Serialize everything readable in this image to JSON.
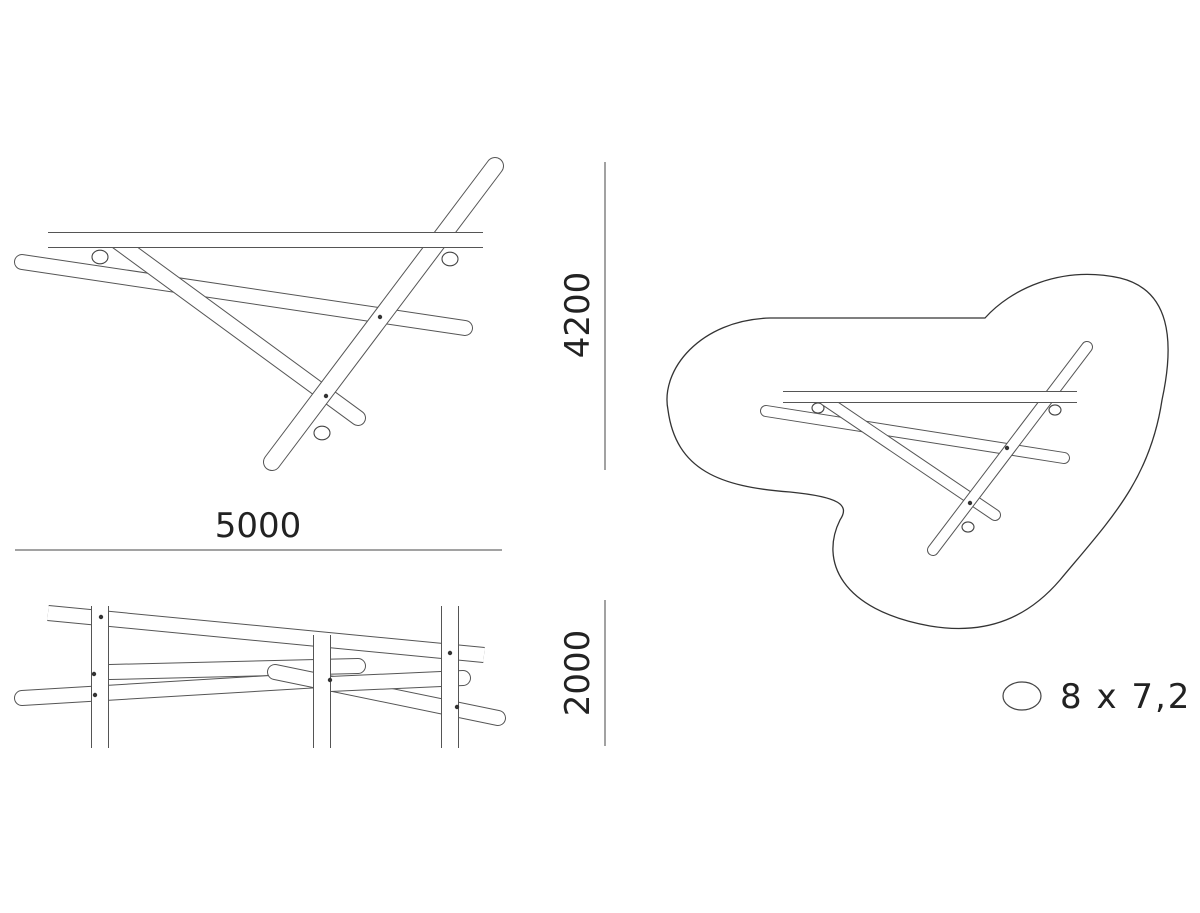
{
  "dimensions": {
    "width_label": "5000",
    "depth_label": "4200",
    "height_label": "2000"
  },
  "legend": {
    "icon": "ellipse-post-section-icon",
    "text": "8 x 7,2"
  },
  "colors": {
    "line": "#333333",
    "fill": "#ffffff"
  }
}
